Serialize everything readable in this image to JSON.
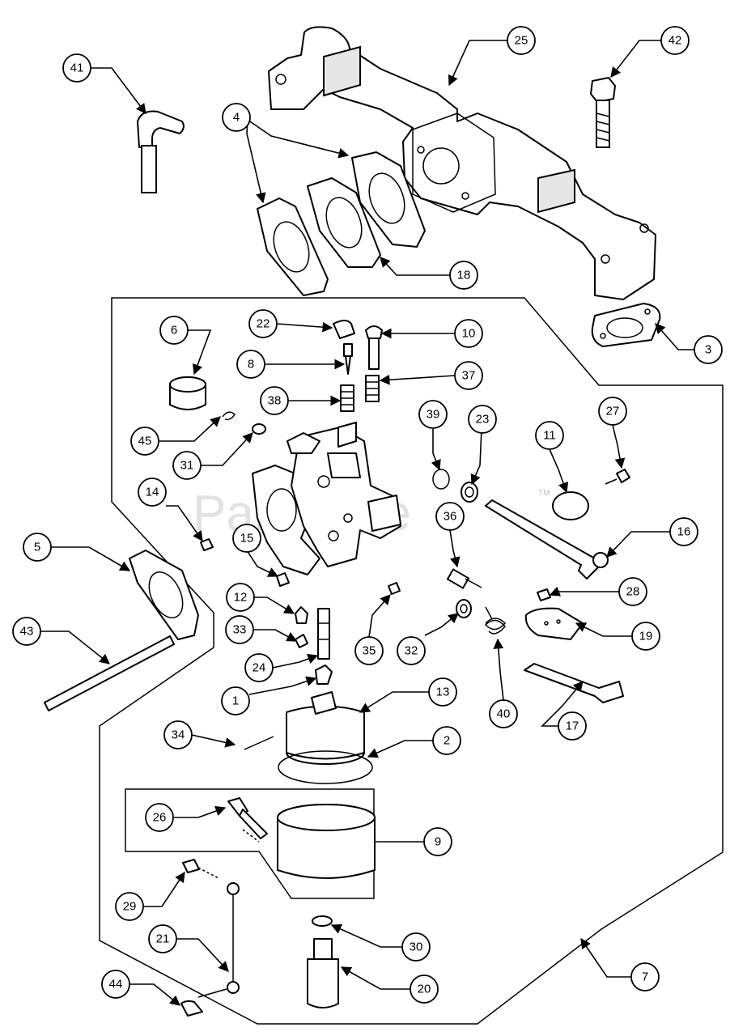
{
  "watermark": {
    "text": "PartsTree",
    "trademark": "TM"
  },
  "callouts": [
    "41",
    "25",
    "42",
    "4",
    "18",
    "3",
    "6",
    "22",
    "10",
    "8",
    "37",
    "38",
    "45",
    "31",
    "39",
    "23",
    "11",
    "27",
    "14",
    "15",
    "36",
    "16",
    "5",
    "12",
    "28",
    "33",
    "19",
    "43",
    "24",
    "35",
    "32",
    "40",
    "1",
    "13",
    "17",
    "34",
    "2",
    "26",
    "9",
    "29",
    "30",
    "21",
    "7",
    "44",
    "20"
  ]
}
